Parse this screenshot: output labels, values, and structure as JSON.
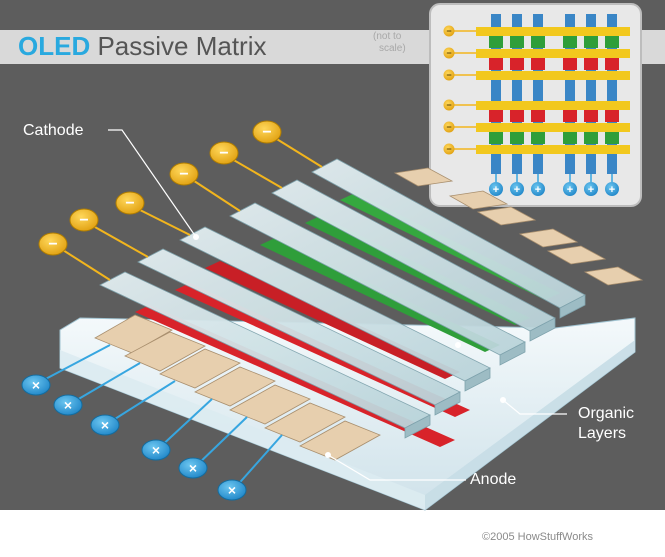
{
  "title": {
    "brand": "OLED",
    "rest": " Passive Matrix",
    "note_line1": "(not to",
    "note_line2": "scale)"
  },
  "labels": {
    "cathode": "Cathode",
    "organic_line1": "Organic",
    "organic_line2": "Layers",
    "anode": "Anode"
  },
  "copyright": "©2005 HowStuffWorks",
  "terminals": {
    "cathode_symbol": "−",
    "anode_symbol": "×",
    "inset_anode_symbol": "+"
  },
  "colors": {
    "background": "#5d5d5d",
    "title_band": "#d9d9d9",
    "brand": "#29a9df",
    "cathode_strip": "#cfe3e7",
    "organic_red": "#d8232a",
    "organic_green": "#2f9e3a",
    "anode_pad": "#e7cfae",
    "substrate": "#eef6fa",
    "cathode_terminal": "#f2b51d",
    "anode_terminal": "#37a6e0"
  }
}
